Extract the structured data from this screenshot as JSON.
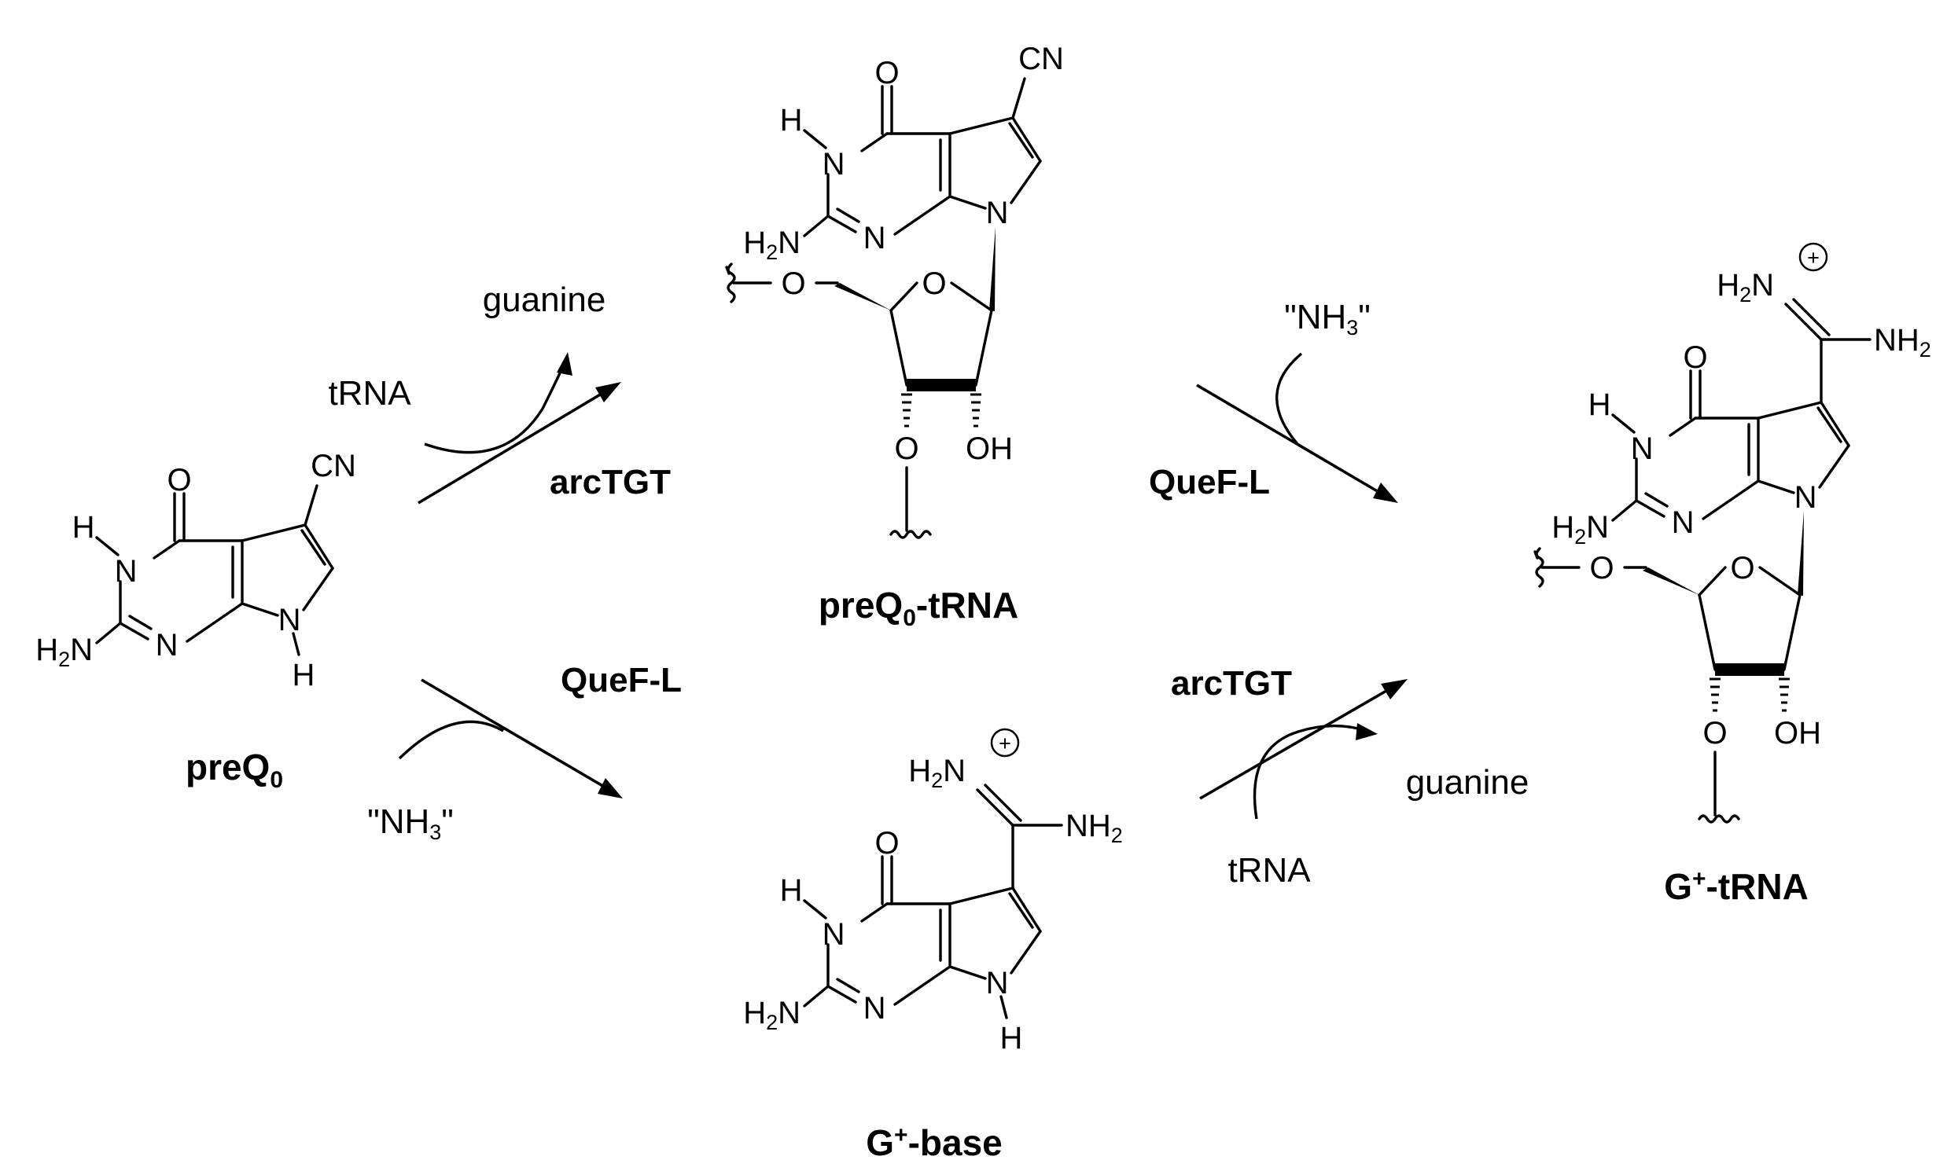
{
  "compounds": {
    "preq0": "preQ",
    "preq0_sub": "0",
    "preq0_trna": "-tRNA",
    "gplus_base_pre": "G",
    "gplus_base_sup": "+",
    "gplus_base_post": "-base",
    "gplus_trna_pre": "G",
    "gplus_trna_sup": "+",
    "gplus_trna_post": "-tRNA"
  },
  "enzymes": {
    "arctgt": "arcTGT",
    "quef_l": "QueF-L"
  },
  "reagents": {
    "trna": "tRNA",
    "guanine": "guanine",
    "nh3_open": "\"NH",
    "nh3_sub": "3",
    "nh3_close": "\""
  },
  "atoms": {
    "O": "O",
    "N": "N",
    "H": "H",
    "CN": "CN",
    "OH": "OH",
    "H2N_H": "H",
    "H2N_2": "2",
    "H2N_N": "N",
    "NH2_NH": "NH",
    "NH2_2": "2",
    "plus": "+"
  }
}
